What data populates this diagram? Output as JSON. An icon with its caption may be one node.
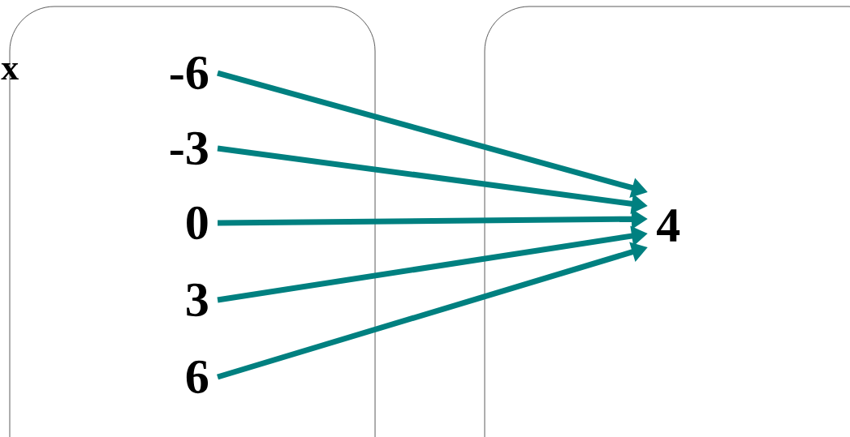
{
  "diagram": {
    "nodes": [
      {
        "text": [],
        "shape": "box"
      },
      {
        "text": [],
        "shape": "box"
      },
      {
        "text": [
          "-6"
        ],
        "in": 0
      },
      {
        "text": [
          "-3"
        ],
        "in": 0
      },
      {
        "text": [
          "0"
        ],
        "in": 0
      },
      {
        "text": [
          "3"
        ],
        "in": 0
      },
      {
        "text": [
          "6"
        ],
        "in": 0
      },
      {
        "text": [
          "4"
        ],
        "in": 1
      }
    ],
    "edges": [
      {
        "from": 2,
        "to": 7,
        "arrow": "to"
      },
      {
        "from": 3,
        "to": 7,
        "arrow": "to"
      },
      {
        "from": 4,
        "to": 7,
        "arrow": "to"
      },
      {
        "from": 5,
        "to": 7,
        "arrow": "to"
      },
      {
        "from": 6,
        "to": 7,
        "arrow": "to"
      }
    ],
    "labels": [
      "x"
    ]
  }
}
